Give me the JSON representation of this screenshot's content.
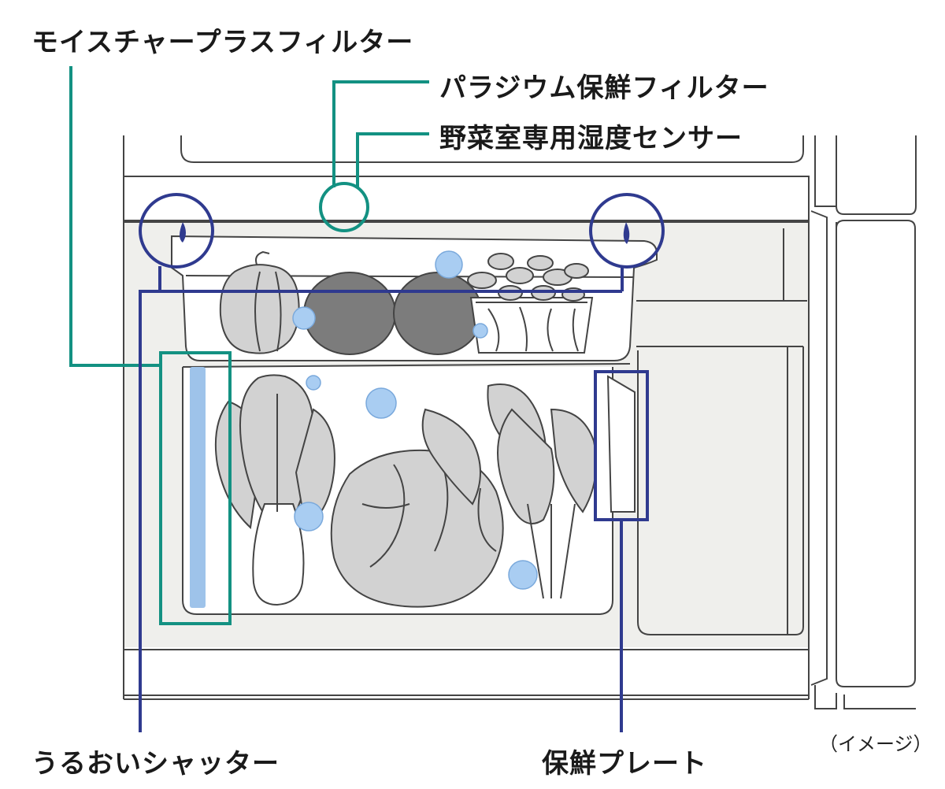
{
  "labels": {
    "moisture_plus_filter": "モイスチャープラスフィルター",
    "palladium_filter": "パラジウム保鮮フィルター",
    "humidity_sensor": "野菜室専用湿度センサー",
    "moisture_shutter": "うるおいシャッター",
    "freshness_plate": "保鮮プレート",
    "image_note": "（イメージ）"
  },
  "colors": {
    "teal_callout": "#139182",
    "navy_callout": "#2f3a8f",
    "outline": "#444444",
    "fill_light_gray": "#d2d2d2",
    "fill_dark_gray": "#7c7c7c",
    "compartment_bg": "#efefec",
    "water_blue": "#9ec3ea",
    "bubble_blue": "#a9cdf2"
  }
}
